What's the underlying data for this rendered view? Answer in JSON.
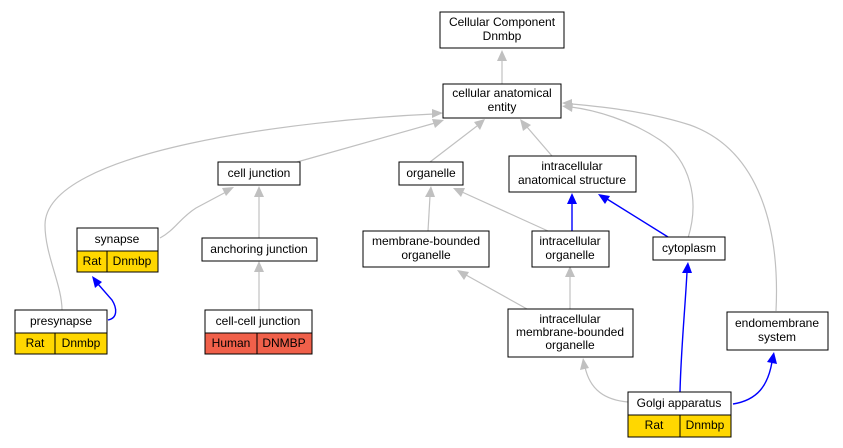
{
  "colors": {
    "gray_edge": "#c0c0c0",
    "blue_edge": "#0000ff",
    "rat_badge": "#ffd700",
    "human_badge": "#f0604a"
  },
  "nodes": {
    "cellular_component": {
      "line1": "Cellular Component",
      "line2": "Dnmbp"
    },
    "cellular_anatomical_entity": {
      "line1": "cellular anatomical",
      "line2": "entity"
    },
    "cell_junction": {
      "label": "cell junction"
    },
    "organelle": {
      "label": "organelle"
    },
    "intracellular_anatomical_structure": {
      "line1": "intracellular",
      "line2": "anatomical structure"
    },
    "synapse": {
      "label": "synapse",
      "species": "Rat",
      "gene": "Dnmbp"
    },
    "anchoring_junction": {
      "label": "anchoring junction"
    },
    "membrane_bounded_organelle": {
      "line1": "membrane-bounded",
      "line2": "organelle"
    },
    "intracellular_organelle": {
      "line1": "intracellular",
      "line2": "organelle"
    },
    "cytoplasm": {
      "label": "cytoplasm"
    },
    "presynapse": {
      "label": "presynapse",
      "species": "Rat",
      "gene": "Dnmbp"
    },
    "cell_cell_junction": {
      "label": "cell-cell junction",
      "species": "Human",
      "gene": "DNMBP"
    },
    "intracellular_membrane_bounded_organelle": {
      "line1": "intracellular",
      "line2": "membrane-bounded",
      "line3": "organelle"
    },
    "endomembrane_system": {
      "line1": "endomembrane",
      "line2": "system"
    },
    "golgi_apparatus": {
      "label": "Golgi apparatus",
      "species": "Rat",
      "gene": "Dnmbp"
    }
  }
}
